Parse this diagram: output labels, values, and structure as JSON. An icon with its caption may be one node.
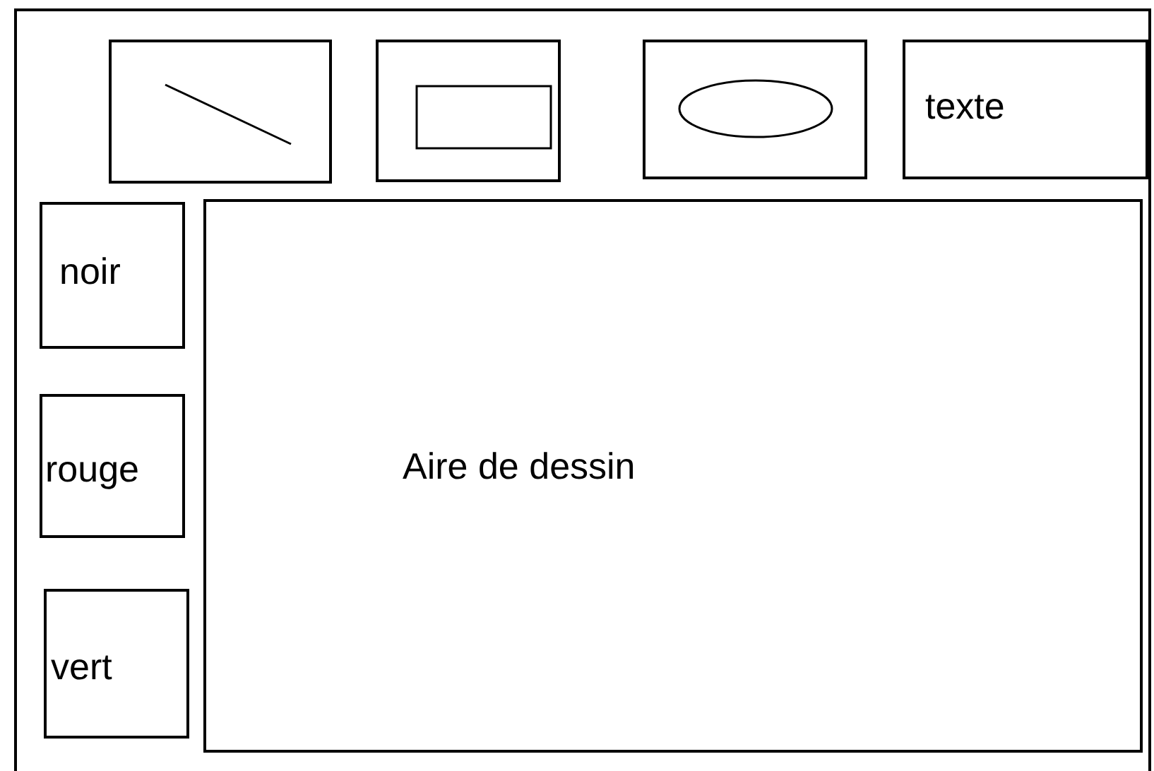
{
  "diagram": {
    "nodes": [
      {
        "text": [],
        "shape": "box"
      },
      {
        "text": [],
        "shape": "box"
      },
      {
        "text": [],
        "shape": "box"
      },
      {
        "text": [
          "texte"
        ]
      },
      {
        "text": [
          "noir"
        ]
      },
      {
        "text": [
          "rouge"
        ]
      },
      {
        "text": [
          "vert"
        ]
      },
      {
        "text": [
          "Aire de dessin"
        ]
      }
    ]
  }
}
